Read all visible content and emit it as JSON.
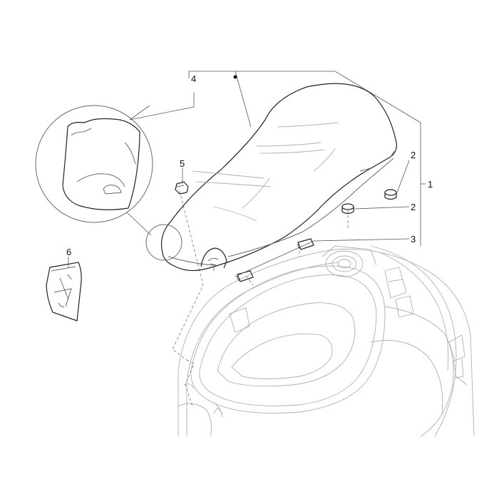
{
  "diagram": {
    "callouts": [
      {
        "id": "1",
        "label": "1"
      },
      {
        "id": "2a",
        "label": "2"
      },
      {
        "id": "2b",
        "label": "2"
      },
      {
        "id": "3",
        "label": "3"
      },
      {
        "id": "4",
        "label": "4"
      },
      {
        "id": "5",
        "label": "5"
      },
      {
        "id": "6",
        "label": "6"
      }
    ]
  }
}
